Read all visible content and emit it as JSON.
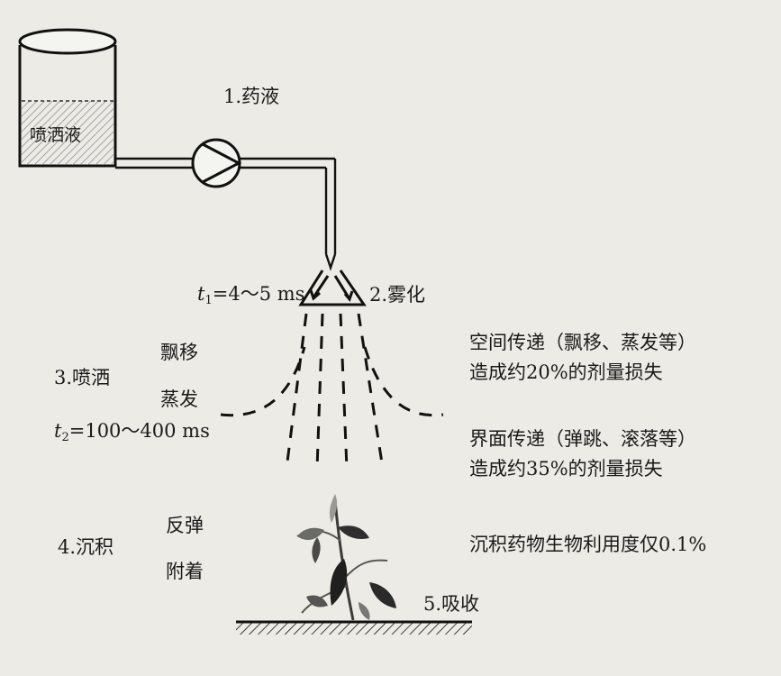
{
  "tank_label": "喷洒液",
  "steps": {
    "s1": "1.药液",
    "s2": "2.雾化",
    "s3": "3.喷洒",
    "s4": "4.沉积",
    "s5": "5.吸收"
  },
  "times": {
    "t1_var": "t",
    "t1_sub": "1",
    "t1_value": "=4～5 ms",
    "t2_var": "t",
    "t2_sub": "2",
    "t2_value": "=100～400 ms"
  },
  "phenomena": {
    "drift": "飘移",
    "evaporation": "蒸发",
    "bounce": "反弹",
    "adhesion": "附着"
  },
  "notes": {
    "space_line1": "空间传递（飘移、蒸发等）",
    "space_line2": "造成约20%的剂量损失",
    "interface_line1": "界面传递（弹跳、滚落等）",
    "interface_line2": "造成约35%的剂量损失",
    "utilization": "沉积药物生物利用度仅0.1%"
  }
}
